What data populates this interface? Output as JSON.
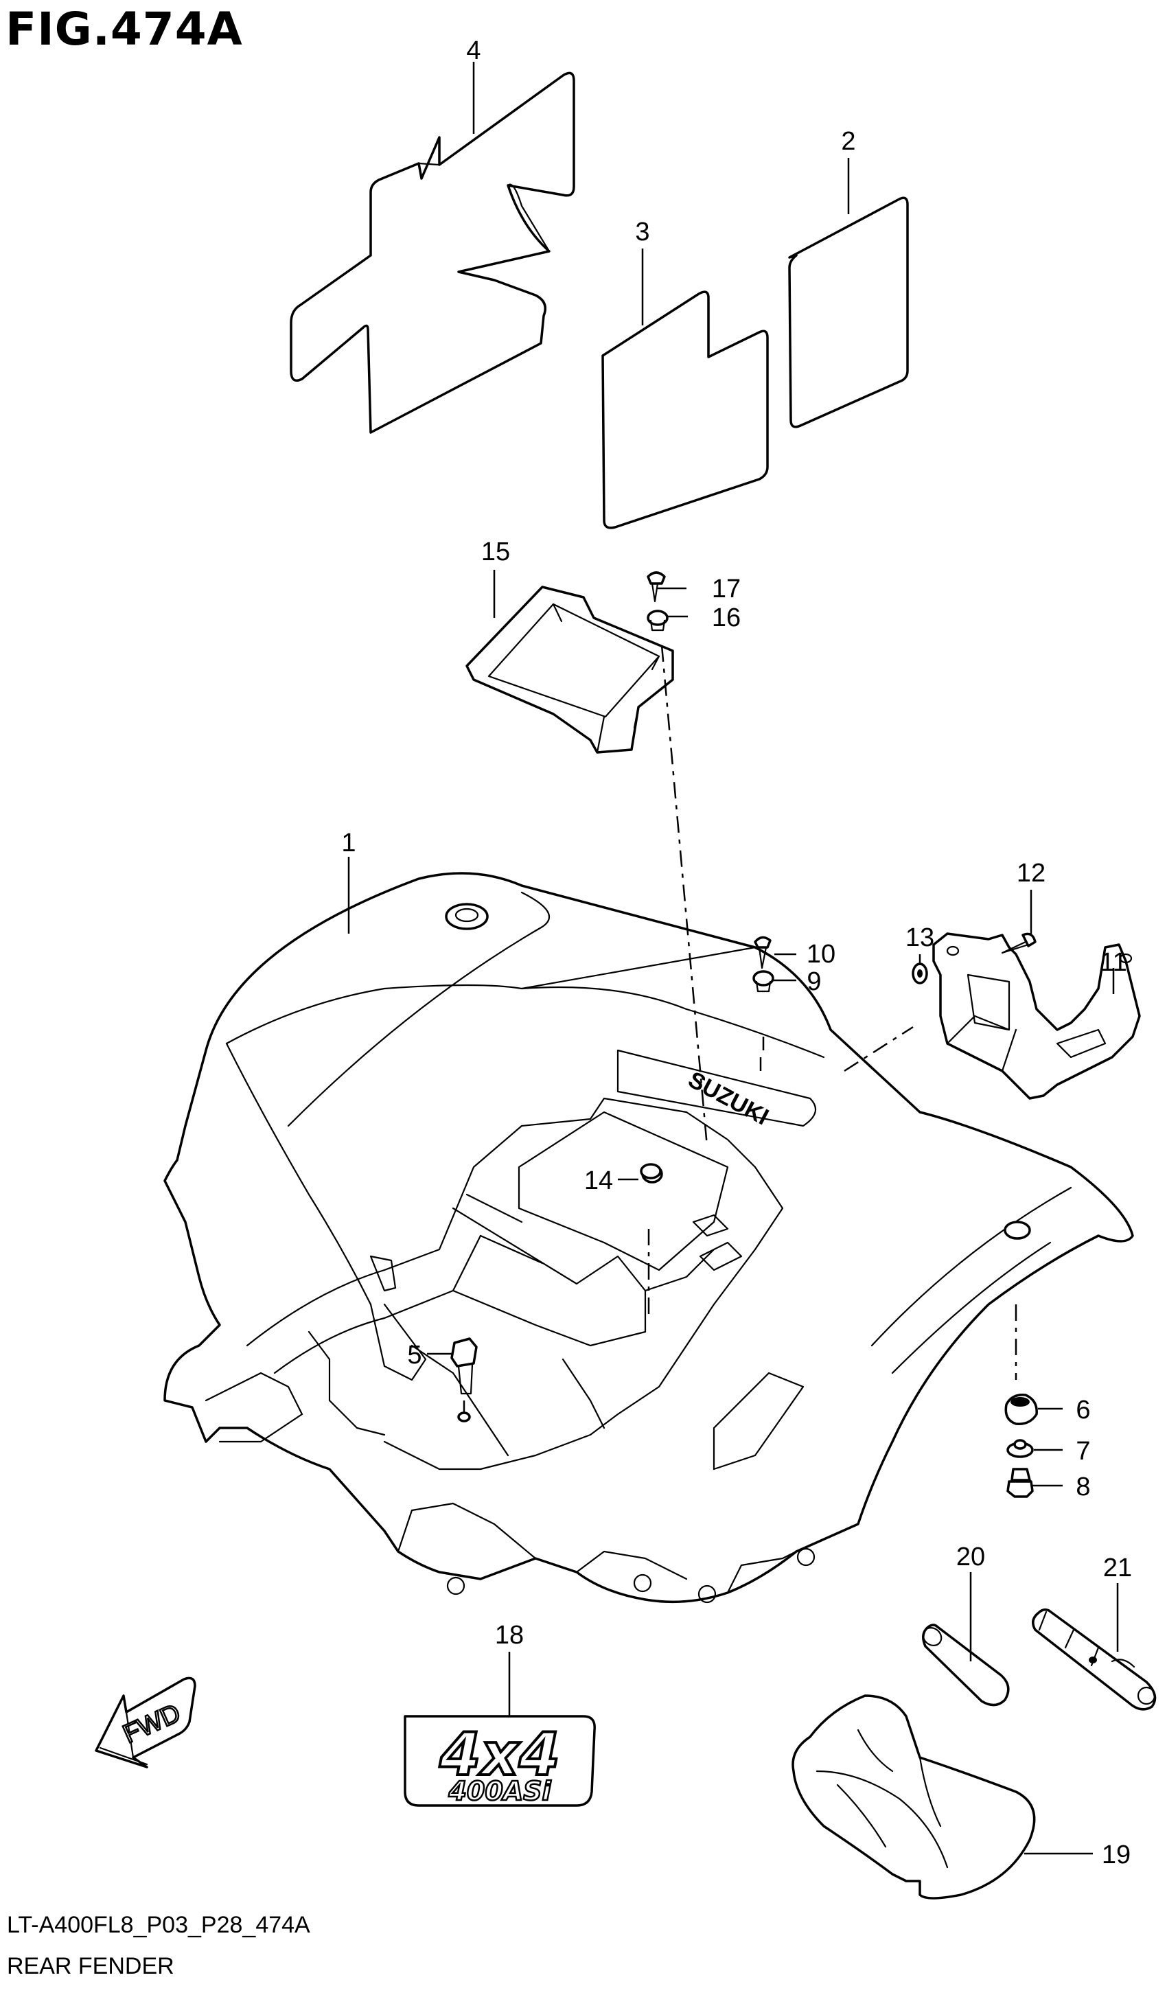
{
  "figure": {
    "title": "FIG.474A"
  },
  "footer": {
    "code": "LT-A400FL8_P03_P28_474A",
    "name": "REAR FENDER"
  },
  "emblem": {
    "line1": "4x4",
    "line2": "400ASi"
  },
  "decal": {
    "brand": "SUZUKI"
  },
  "fwd": {
    "label": "FWD"
  },
  "callouts": [
    {
      "label": "1"
    },
    {
      "label": "2"
    },
    {
      "label": "3"
    },
    {
      "label": "4"
    },
    {
      "label": "5"
    },
    {
      "label": "6"
    },
    {
      "label": "7"
    },
    {
      "label": "8"
    },
    {
      "label": "9"
    },
    {
      "label": "10"
    },
    {
      "label": "11"
    },
    {
      "label": "12"
    },
    {
      "label": "13"
    },
    {
      "label": "14"
    },
    {
      "label": "15"
    },
    {
      "label": "16"
    },
    {
      "label": "17"
    },
    {
      "label": "18"
    },
    {
      "label": "19"
    },
    {
      "label": "20"
    },
    {
      "label": "21"
    }
  ]
}
